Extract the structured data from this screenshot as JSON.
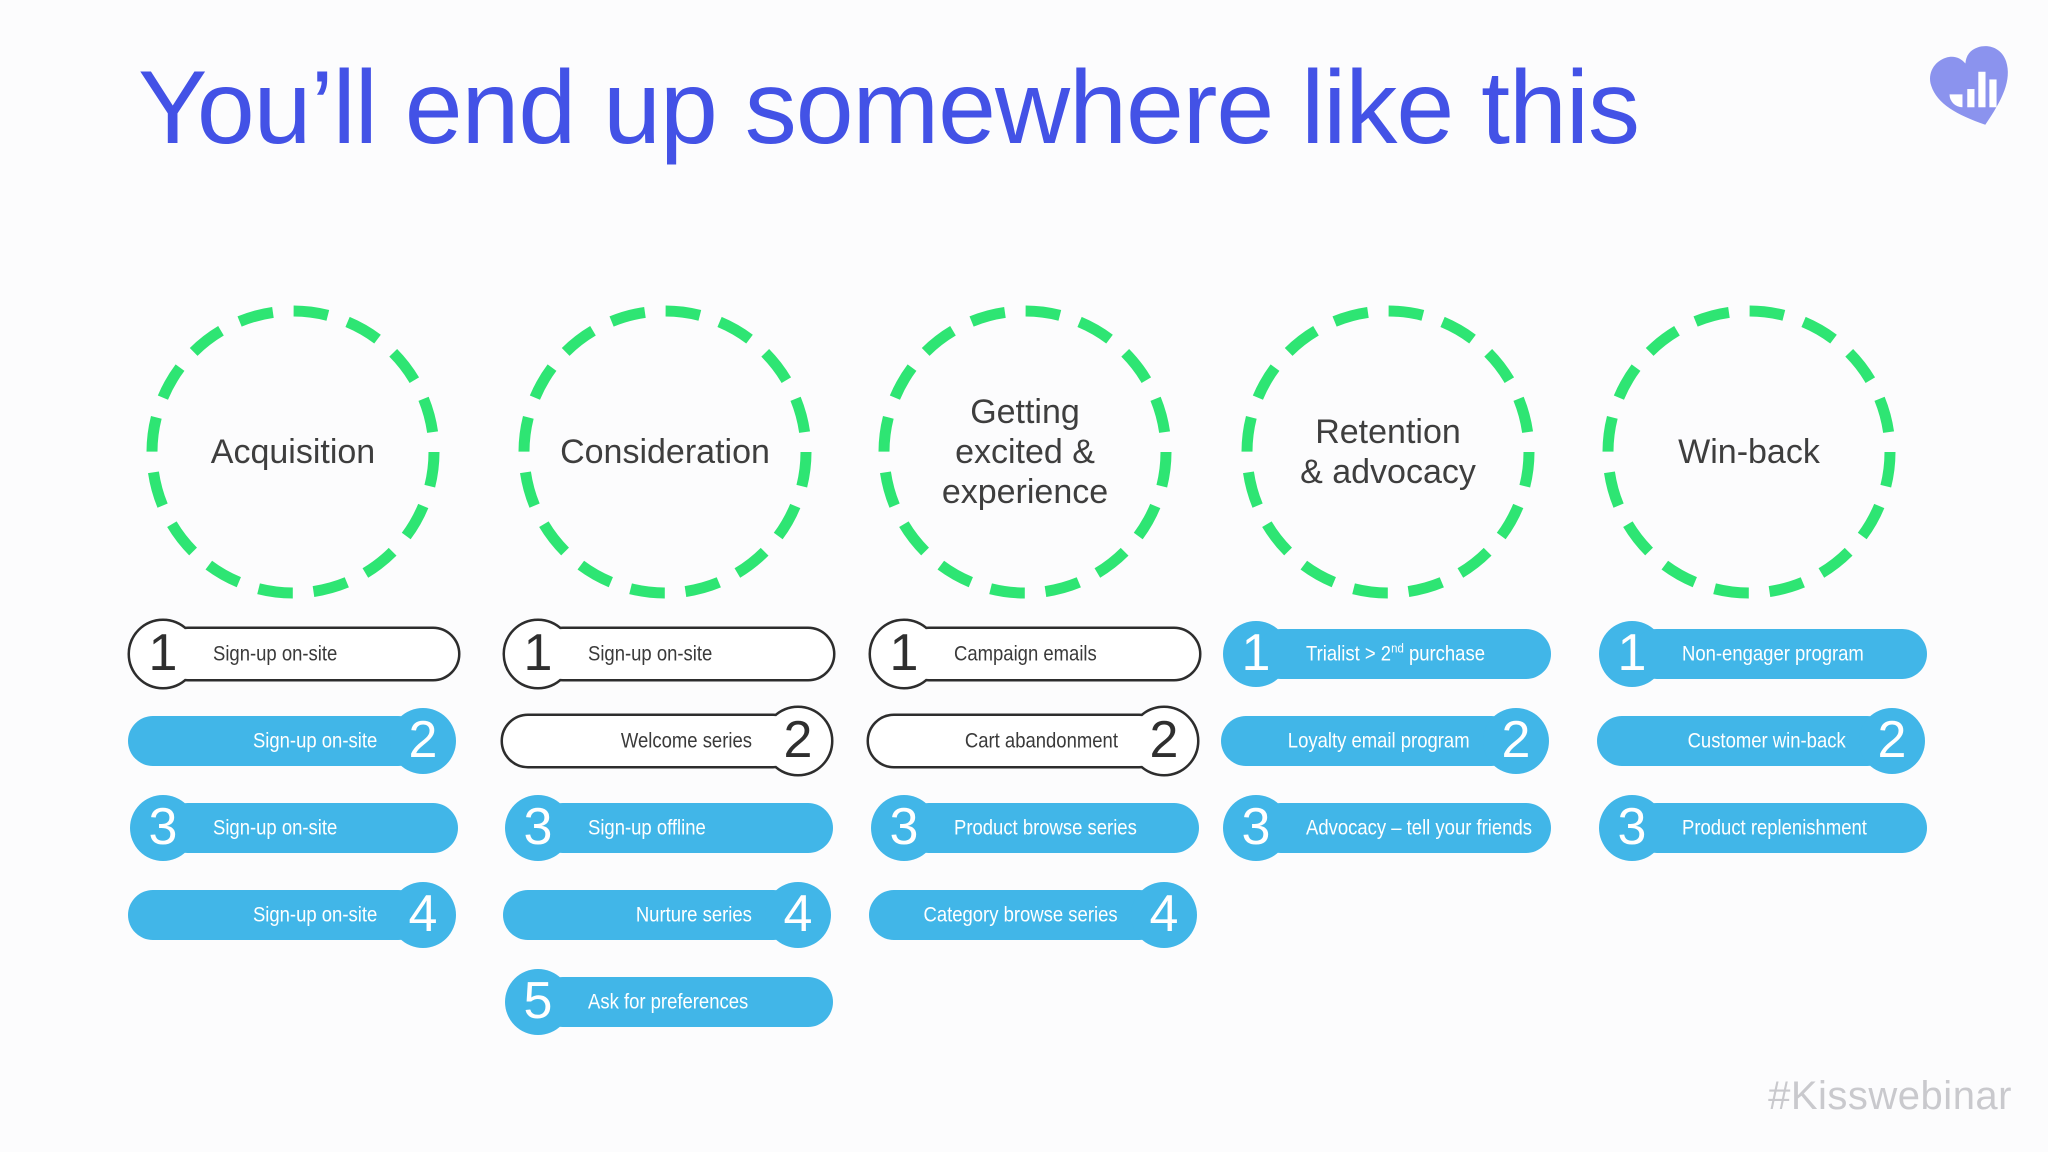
{
  "title": "You’ll end up somewhere like this",
  "hashtag": "#Kisswebinar",
  "logo": {
    "name": "kissmetrics-heart-bar-chart-logo"
  },
  "colors": {
    "title_blue": "#4352e6",
    "pill_blue": "#41b6e8",
    "circle_green": "#2ee573",
    "outline_dark": "#2d2d2d",
    "label_dark": "#3a3a3a",
    "hashtag_gray": "#c9c9cd",
    "logo_periwinkle": "#8b93ee",
    "background": "#fcfcfd"
  },
  "columns": [
    {
      "label": "Acquisition",
      "items": [
        {
          "num": "1",
          "label": "Sign-up on-site",
          "style": "outline",
          "num_side": "left"
        },
        {
          "num": "2",
          "label": "Sign-up on-site",
          "style": "filled",
          "num_side": "right"
        },
        {
          "num": "3",
          "label": "Sign-up on-site",
          "style": "filled",
          "num_side": "left"
        },
        {
          "num": "4",
          "label": "Sign-up on-site",
          "style": "filled",
          "num_side": "right"
        }
      ]
    },
    {
      "label": "Consideration",
      "items": [
        {
          "num": "1",
          "label": "Sign-up on-site",
          "style": "outline",
          "num_side": "left"
        },
        {
          "num": "2",
          "label": "Welcome series",
          "style": "outline",
          "num_side": "right"
        },
        {
          "num": "3",
          "label": "Sign-up offline",
          "style": "filled",
          "num_side": "left"
        },
        {
          "num": "4",
          "label": "Nurture series",
          "style": "filled",
          "num_side": "right"
        },
        {
          "num": "5",
          "label": "Ask for preferences",
          "style": "filled",
          "num_side": "left"
        }
      ]
    },
    {
      "label": "Getting\nexcited &\nexperience",
      "items": [
        {
          "num": "1",
          "label": "Campaign emails",
          "style": "outline",
          "num_side": "left"
        },
        {
          "num": "2",
          "label": "Cart abandonment",
          "style": "outline",
          "num_side": "right"
        },
        {
          "num": "3",
          "label": "Product browse series",
          "style": "filled",
          "num_side": "left"
        },
        {
          "num": "4",
          "label": "Category browse series",
          "style": "filled",
          "num_side": "right"
        }
      ]
    },
    {
      "label": "Retention\n& advocacy",
      "items": [
        {
          "num": "1",
          "label_pre": "Trialist > 2",
          "label_sup": "nd",
          "label_post": " purchase",
          "style": "filled",
          "num_side": "left"
        },
        {
          "num": "2",
          "label": "Loyalty email program",
          "style": "filled",
          "num_side": "right"
        },
        {
          "num": "3",
          "label": "Advocacy – tell your friends",
          "style": "filled",
          "num_side": "left"
        }
      ]
    },
    {
      "label": "Win-back",
      "items": [
        {
          "num": "1",
          "label": "Non-engager program",
          "style": "filled",
          "num_side": "left"
        },
        {
          "num": "2",
          "label": "Customer win-back",
          "style": "filled",
          "num_side": "right"
        },
        {
          "num": "3",
          "label": "Product replenishment",
          "style": "filled",
          "num_side": "left"
        }
      ]
    }
  ]
}
